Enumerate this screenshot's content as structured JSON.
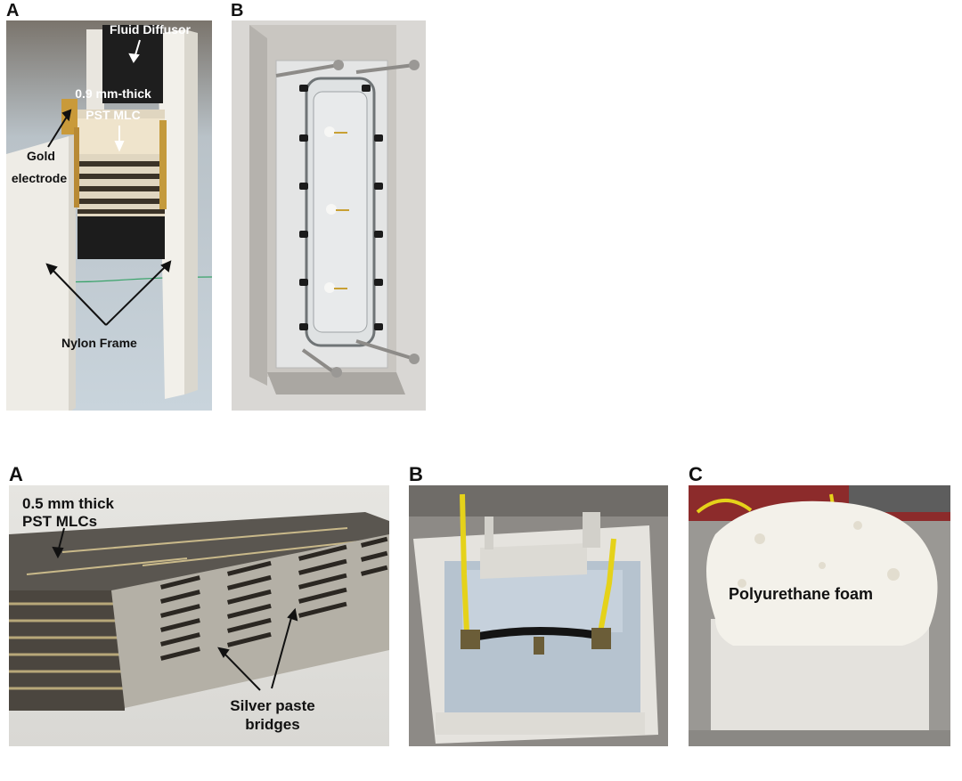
{
  "panels_top": {
    "A": {
      "letter": "A",
      "labels": {
        "fluid_diffusor": "Fluid Diffusor",
        "mlc_line1": "0.9 mm-thick",
        "mlc_line2": "PST MLC",
        "gold_line1": "Gold",
        "gold_line2": "electrode",
        "nylon": "Nylon Frame"
      }
    },
    "B": {
      "letter": "B"
    }
  },
  "panels_bottom": {
    "A": {
      "letter": "A",
      "labels": {
        "mlc_line1": "0.5 mm thick",
        "mlc_line2": "PST MLCs",
        "silver_line1": "Silver paste",
        "silver_line2": "bridges"
      }
    },
    "B": {
      "letter": "B"
    },
    "C": {
      "letter": "C",
      "labels": {
        "foam": "Polyurethane foam"
      }
    }
  }
}
